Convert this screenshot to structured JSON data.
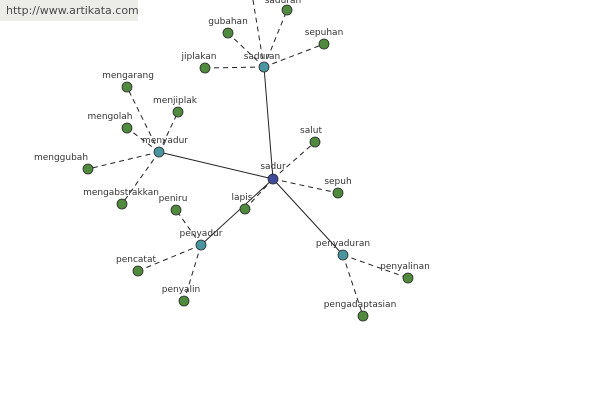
{
  "watermark": "http://www.artikata.com",
  "colors": {
    "root": "#3f4a9a",
    "hub": "#4a96a0",
    "leaf": "#4f8a3e",
    "edge": "#222222",
    "watermark_bg": "#ecece9"
  },
  "graph": {
    "root": "sadur",
    "hubs": [
      "saduran",
      "menyadur",
      "penyadur",
      "penyaduran"
    ],
    "leaves": [
      "gubahan",
      "jiplakan",
      "sepuhan",
      "mengarang",
      "menjiplak",
      "mengolah",
      "menggubah",
      "mengabstrakkan",
      "salut",
      "sepuh",
      "lapis",
      "peniru",
      "pencatat",
      "penyalin",
      "penyalinan",
      "pengadaptasian"
    ],
    "partial_label": "saduran",
    "edges": [
      {
        "from": "sadur",
        "to": "saduran",
        "style": "solid"
      },
      {
        "from": "sadur",
        "to": "menyadur",
        "style": "solid"
      },
      {
        "from": "sadur",
        "to": "penyadur",
        "style": "solid"
      },
      {
        "from": "sadur",
        "to": "penyaduran",
        "style": "solid"
      },
      {
        "from": "sadur",
        "to": "salut",
        "style": "dashed"
      },
      {
        "from": "sadur",
        "to": "sepuh",
        "style": "dashed"
      },
      {
        "from": "sadur",
        "to": "lapis",
        "style": "dashed"
      },
      {
        "from": "saduran",
        "to": "gubahan",
        "style": "dashed"
      },
      {
        "from": "saduran",
        "to": "jiplakan",
        "style": "dashed"
      },
      {
        "from": "saduran",
        "to": "sepuhan",
        "style": "dashed"
      },
      {
        "from": "saduran",
        "to": "top1",
        "style": "dashed"
      },
      {
        "from": "saduran",
        "to": "top2",
        "style": "dashed"
      },
      {
        "from": "menyadur",
        "to": "mengarang",
        "style": "dashed"
      },
      {
        "from": "menyadur",
        "to": "menjiplak",
        "style": "dashed"
      },
      {
        "from": "menyadur",
        "to": "mengolah",
        "style": "dashed"
      },
      {
        "from": "menyadur",
        "to": "menggubah",
        "style": "dashed"
      },
      {
        "from": "menyadur",
        "to": "mengabstrakkan",
        "style": "dashed"
      },
      {
        "from": "penyadur",
        "to": "peniru",
        "style": "dashed"
      },
      {
        "from": "penyadur",
        "to": "pencatat",
        "style": "dashed"
      },
      {
        "from": "penyadur",
        "to": "penyalin",
        "style": "dashed"
      },
      {
        "from": "penyaduran",
        "to": "penyalinan",
        "style": "dashed"
      },
      {
        "from": "penyaduran",
        "to": "pengadaptasian",
        "style": "dashed"
      }
    ]
  }
}
